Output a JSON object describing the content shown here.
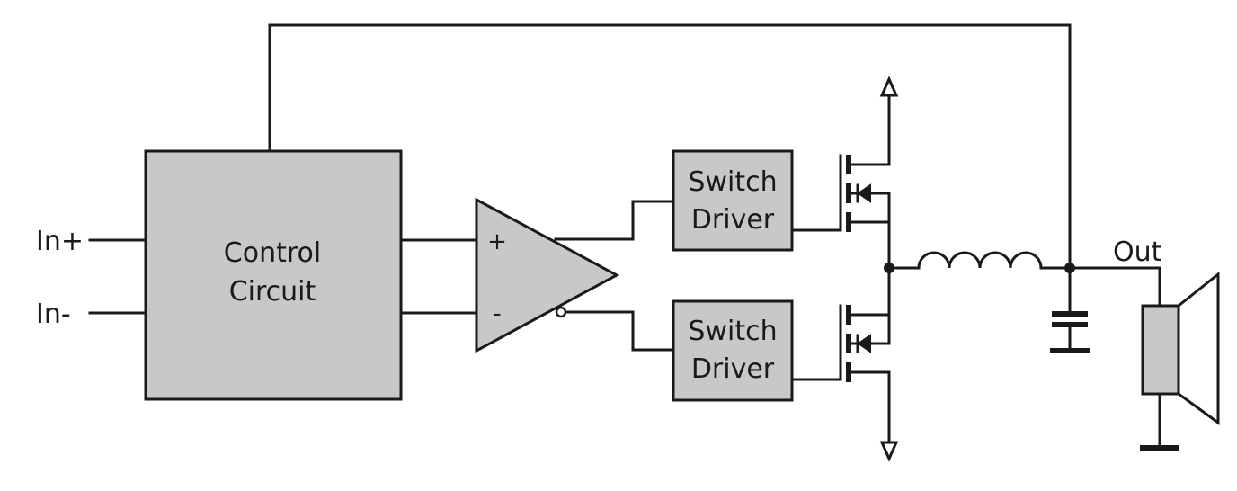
{
  "inputs": {
    "plus": "In+",
    "minus": "In-"
  },
  "control": {
    "line1": "Control",
    "line2": "Circuit"
  },
  "opamp": {
    "plus": "+",
    "minus": "-"
  },
  "drivers": [
    {
      "line1": "Switch",
      "line2": "Driver"
    },
    {
      "line1": "Switch",
      "line2": "Driver"
    }
  ],
  "output": {
    "label": "Out"
  },
  "colors": {
    "block_fill": "#c8c8c8",
    "line": "#1a1a1a",
    "background": "#ffffff"
  }
}
